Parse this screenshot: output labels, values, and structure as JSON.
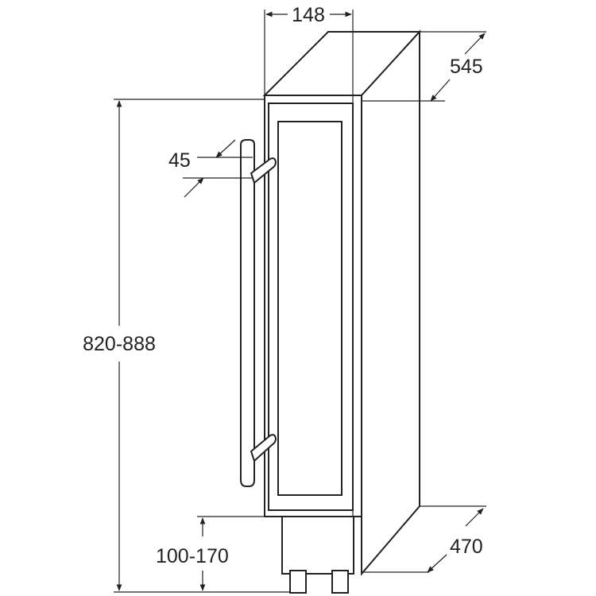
{
  "dimensions": {
    "width": "148",
    "depth_top": "545",
    "handle_offset": "45",
    "height": "820-888",
    "plinth": "100-170",
    "depth_bottom": "470"
  }
}
